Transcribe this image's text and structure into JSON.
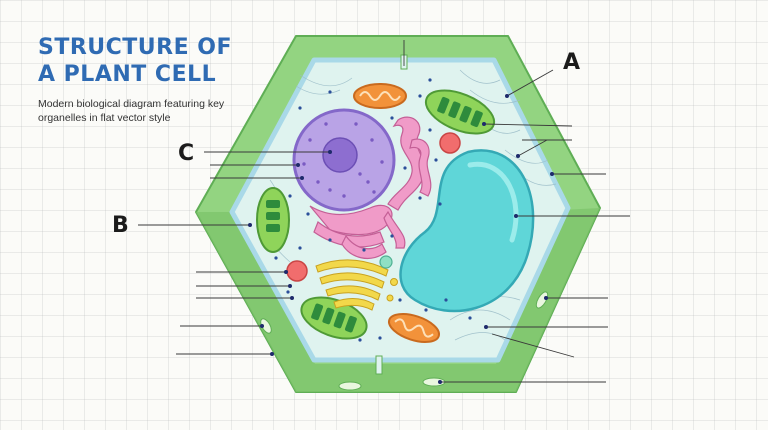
{
  "title": {
    "line1": "STRUCTURE OF",
    "line2": "A PLANT CELL"
  },
  "subtitle": "Modern biological diagram featuring key organelles in flat vector style",
  "callouts": {
    "a": "A",
    "b": "B",
    "c": "C"
  },
  "colors": {
    "title": "#2f6bb3",
    "cell_wall": "#93d481",
    "cytoplasm": "#dff3ef",
    "nucleus": "#b9a3e6",
    "vacuole": "#5fd6d8",
    "chloroplast": "#8fd45a",
    "mitochondria": "#f2923a",
    "endoplasmic_reticulum": "#f09bc8",
    "golgi": "#f2d84a",
    "ribosomes": "#2b4f9a"
  }
}
